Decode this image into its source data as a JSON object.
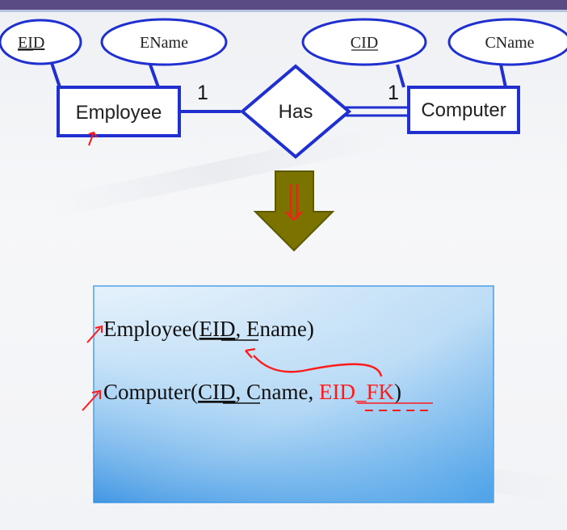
{
  "er_diagram": {
    "attributes": {
      "eid": "EID",
      "ename": "EName",
      "cid": "CID",
      "cname": "CName"
    },
    "entities": {
      "employee": "Employee",
      "computer": "Computer"
    },
    "relationship": "Has",
    "cardinality": {
      "employee_side": "1",
      "computer_side": "1"
    }
  },
  "relations": {
    "employee": {
      "name": "Employee",
      "open": "(",
      "key": "EID",
      "sep": ", ",
      "rest": "Ename)"
    },
    "computer": {
      "name": "Computer",
      "open": "(",
      "key": "CID",
      "sep1": ", ",
      "mid": "Cname, ",
      "fk": "EID_FK",
      "close": ")"
    }
  },
  "colors": {
    "diagram_blue": "#1f2fd0",
    "arrow_olive": "#7a7300",
    "annotation_red": "#ff1a1a",
    "panel_blue": "#6fb3ee"
  }
}
